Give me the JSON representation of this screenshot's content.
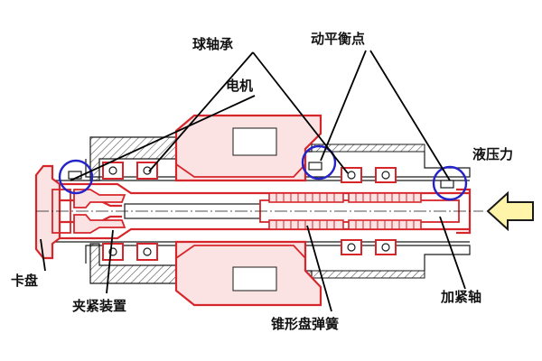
{
  "labels": {
    "ball_bearing": "球轴承",
    "motor": "电机",
    "balance_points": "动平衡点",
    "hydraulic_force": "液压力",
    "chuck": "卡盘",
    "clamping_device": "夹紧装置",
    "disc_spring": "锥形盘弹簧",
    "clamping_shaft": "加紧轴"
  },
  "colors": {
    "outline": "#1a1a1a",
    "hatch": "#555555",
    "red_part": "#d7262b",
    "red_fill": "#fbe3e3",
    "balance_circle": "#2424c8",
    "arrow_fill": "#fff4a8",
    "arrow_stroke": "#1a1a1a",
    "leader": "#000000"
  }
}
